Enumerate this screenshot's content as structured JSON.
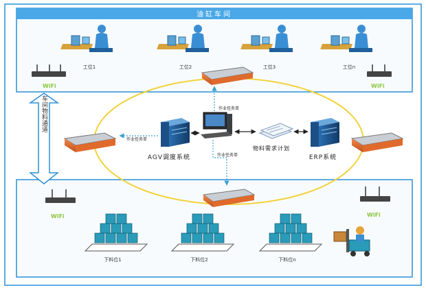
{
  "header": {
    "title": "油缸车间"
  },
  "workstations": [
    {
      "label": "工位1"
    },
    {
      "label": "工位2"
    },
    {
      "label": "工位3"
    },
    {
      "label": "工位n"
    }
  ],
  "wifi_label": "WiFi",
  "side_arrow_label": "车间物料通道",
  "center": {
    "agv_system": "AGV调度系统",
    "material_plan": "物料需求计划",
    "erp_system": "ERP系统",
    "task_labels": {
      "top": "作业任务单",
      "left": "作业任务单",
      "bottom": "作业任务单"
    }
  },
  "stations_bottom": [
    {
      "label": "下料位1"
    },
    {
      "label": "下料位2"
    },
    {
      "label": "下料位n"
    }
  ],
  "colors": {
    "frame": "#2b8fd6",
    "header_bg": "#4aa8e8",
    "ring": "#f2d23a",
    "agv_orange": "#e06a2c",
    "box_teal": "#2a9bb8",
    "worker_blue": "#3a8fd4"
  }
}
